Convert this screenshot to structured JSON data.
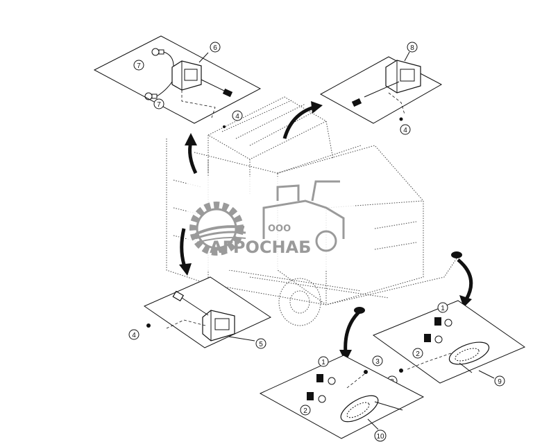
{
  "diagram": {
    "callouts": {
      "c1_top": "1",
      "c1_bottom": "1",
      "c2_right": "2",
      "c2_bottom": "2",
      "c3_a": "3",
      "c3_b": "3",
      "c4_left": "4",
      "c4_top": "4",
      "c4_right": "4",
      "c5": "5",
      "c6": "6",
      "c7_a": "7",
      "c7_b": "7",
      "c8": "8",
      "c9": "9",
      "c10": "10"
    }
  },
  "watermark": {
    "prefix": "ООО",
    "name": "АГРОСНАБ"
  },
  "colors": {
    "line": "#111111",
    "watermark": "#9a9a9a",
    "background": "#ffffff"
  }
}
